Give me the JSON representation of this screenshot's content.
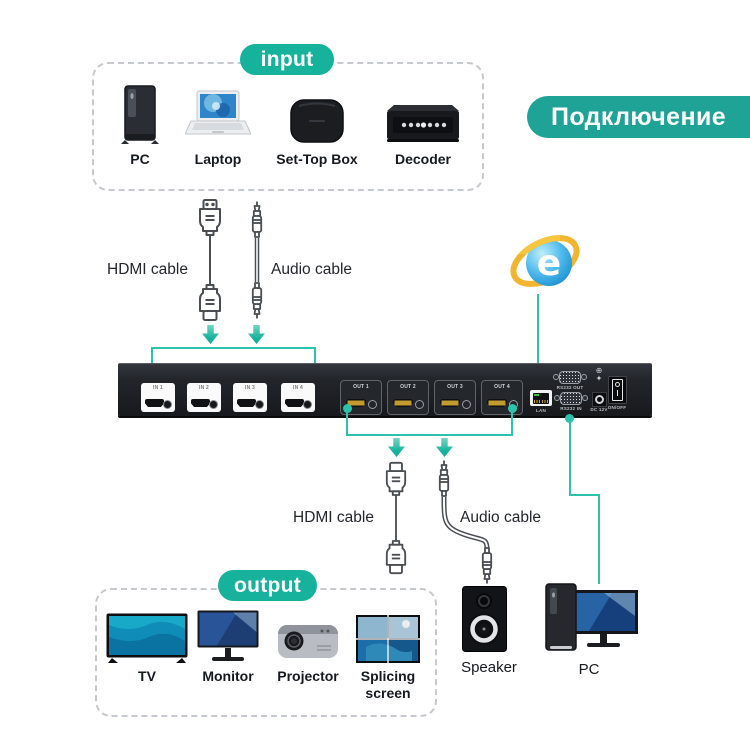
{
  "banner": {
    "title": "Подключение"
  },
  "input_box": {
    "pill_label": "input",
    "items": [
      {
        "label": "PC",
        "icon": "pc-tower-icon"
      },
      {
        "label": "Laptop",
        "icon": "laptop-icon"
      },
      {
        "label": "Set-Top Box",
        "icon": "settop-box-icon"
      },
      {
        "label": "Decoder",
        "icon": "decoder-icon"
      }
    ]
  },
  "top_cables": {
    "hdmi": "HDMI cable",
    "audio": "Audio cable"
  },
  "switcher": {
    "in_ports": [
      "IN 1",
      "IN 2",
      "IN 3",
      "IN 4"
    ],
    "out_ports": [
      "OUT 1",
      "OUT 2",
      "OUT 3",
      "OUT 4"
    ],
    "lan_label": "LAN",
    "rs232_out_label": "RS232 OUT",
    "rs232_in_label": "RS232 IN",
    "dc_label": "DC 12V",
    "power_label": "ON/OFF"
  },
  "bottom_cables": {
    "hdmi": "HDMI cable",
    "audio": "Audio cable"
  },
  "output_box": {
    "pill_label": "output",
    "items": [
      {
        "label": "TV",
        "icon": "tv-icon"
      },
      {
        "label": "Monitor",
        "icon": "monitor-icon"
      },
      {
        "label": "Projector",
        "icon": "projector-icon"
      },
      {
        "label": "Splicing screen",
        "icon": "splicing-screen-icon"
      }
    ]
  },
  "endpoints": {
    "speaker_label": "Speaker",
    "pc_label": "PC"
  },
  "colors": {
    "teal_pill": "#16b29c",
    "banner_teal": "#1fa396",
    "line_teal": "#2cc3ac",
    "arrow_teal": "#14b29a"
  }
}
